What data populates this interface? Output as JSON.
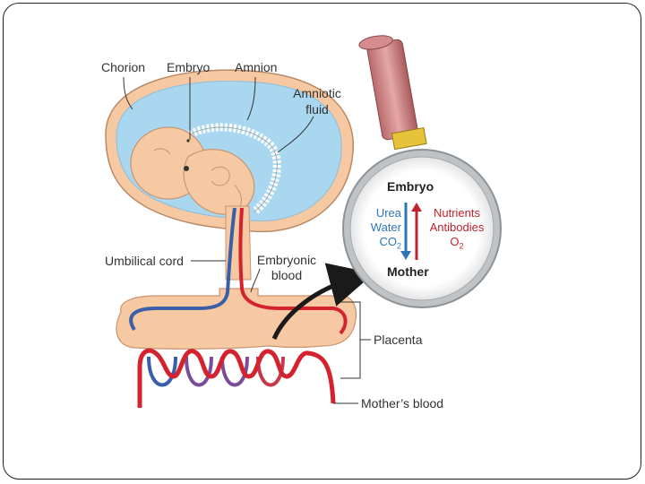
{
  "labels": {
    "chorion": "Chorion",
    "embryo": "Embryo",
    "amnion": "Amnion",
    "amniotic_fluid_1": "Amniotic",
    "amniotic_fluid_2": "fluid",
    "umbilical_cord": "Umbilical cord",
    "embryonic_blood_1": "Embryonic",
    "embryonic_blood_2": "blood",
    "placenta": "Placenta",
    "mothers_blood": "Mother’s blood"
  },
  "magnifier": {
    "top": "Embryo",
    "bottom": "Mother",
    "to_mother": [
      "Urea",
      "Water",
      "CO"
    ],
    "to_embryo": [
      "Nutrients",
      "Antibodies",
      "O"
    ],
    "subscript": "2"
  },
  "colors": {
    "fluid": "#a9d7f0",
    "tissue": "#f7c9a2",
    "artery": "#d4232f",
    "vein": "#3b5ea8",
    "label_blue": "#2e76b8",
    "label_red": "#c0222e"
  }
}
